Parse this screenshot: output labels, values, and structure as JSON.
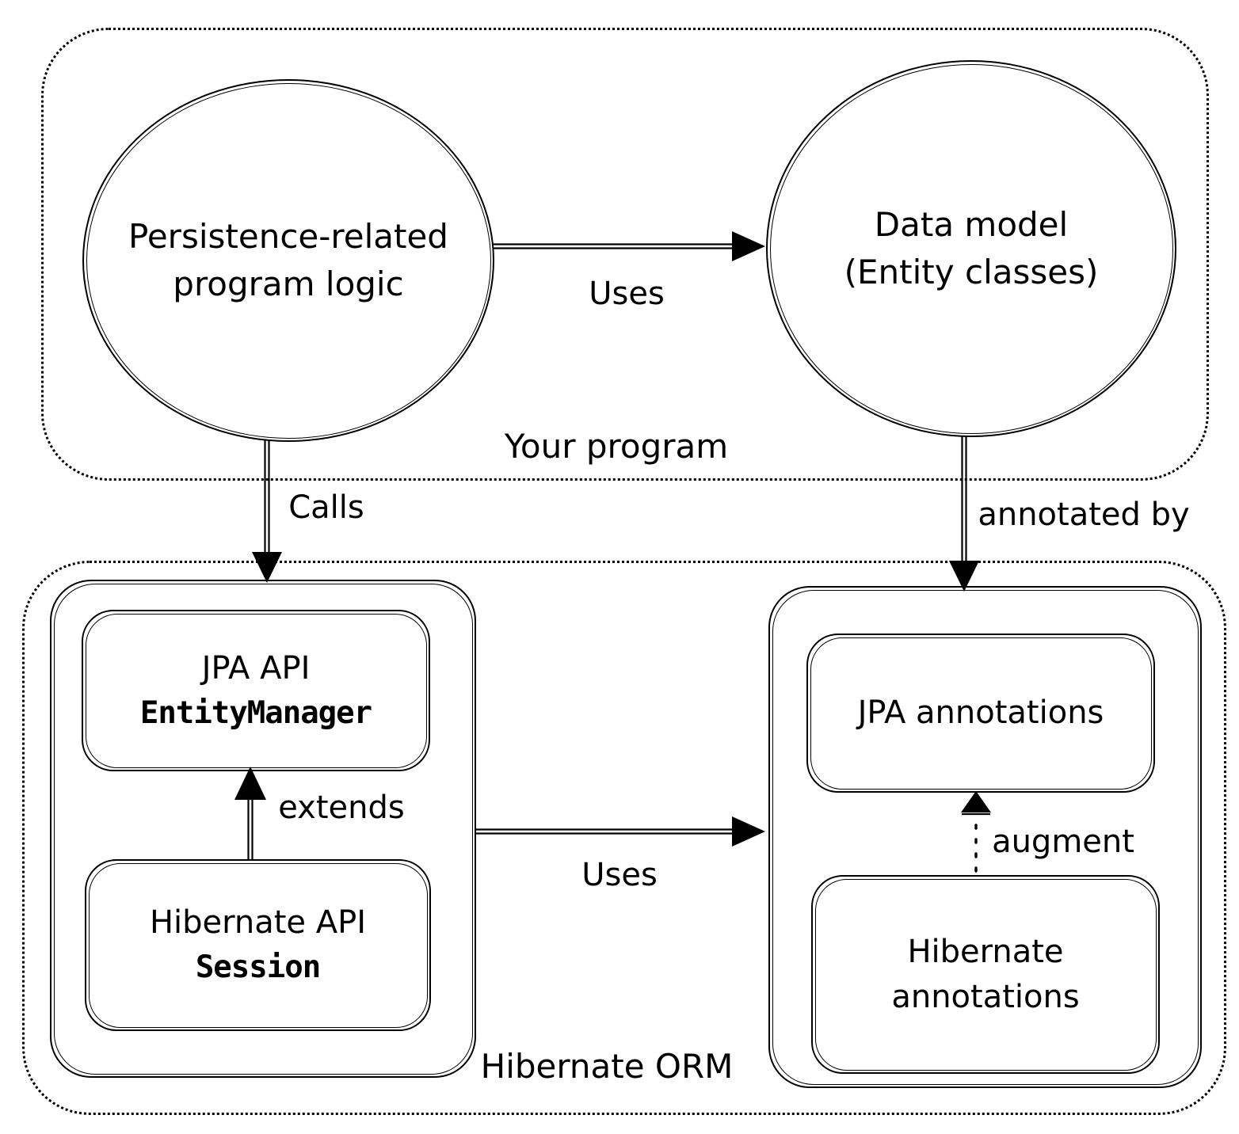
{
  "canvas": {
    "background": "#ffffff",
    "stroke_color": "#000000"
  },
  "zones": {
    "your_program": {
      "label": "Your program"
    },
    "hibernate_orm": {
      "label": "Hibernate ORM"
    }
  },
  "nodes": {
    "persistence_logic": {
      "line1": "Persistence-related",
      "line2": "program logic"
    },
    "data_model": {
      "line1": "Data model",
      "line2": "(Entity classes)"
    },
    "jpa_api": {
      "title": "JPA API",
      "subtitle": "EntityManager"
    },
    "hibernate_api": {
      "title": "Hibernate API",
      "subtitle": "Session"
    },
    "jpa_annotations": {
      "label": "JPA annotations"
    },
    "hibernate_annotations": {
      "line1": "Hibernate",
      "line2": "annotations"
    }
  },
  "edges": {
    "uses_top": {
      "label": "Uses"
    },
    "calls": {
      "label": "Calls"
    },
    "annotated_by": {
      "label": "annotated by"
    },
    "uses_bottom": {
      "label": "Uses"
    },
    "extends": {
      "label": "extends"
    },
    "augment": {
      "label": "augment"
    }
  }
}
